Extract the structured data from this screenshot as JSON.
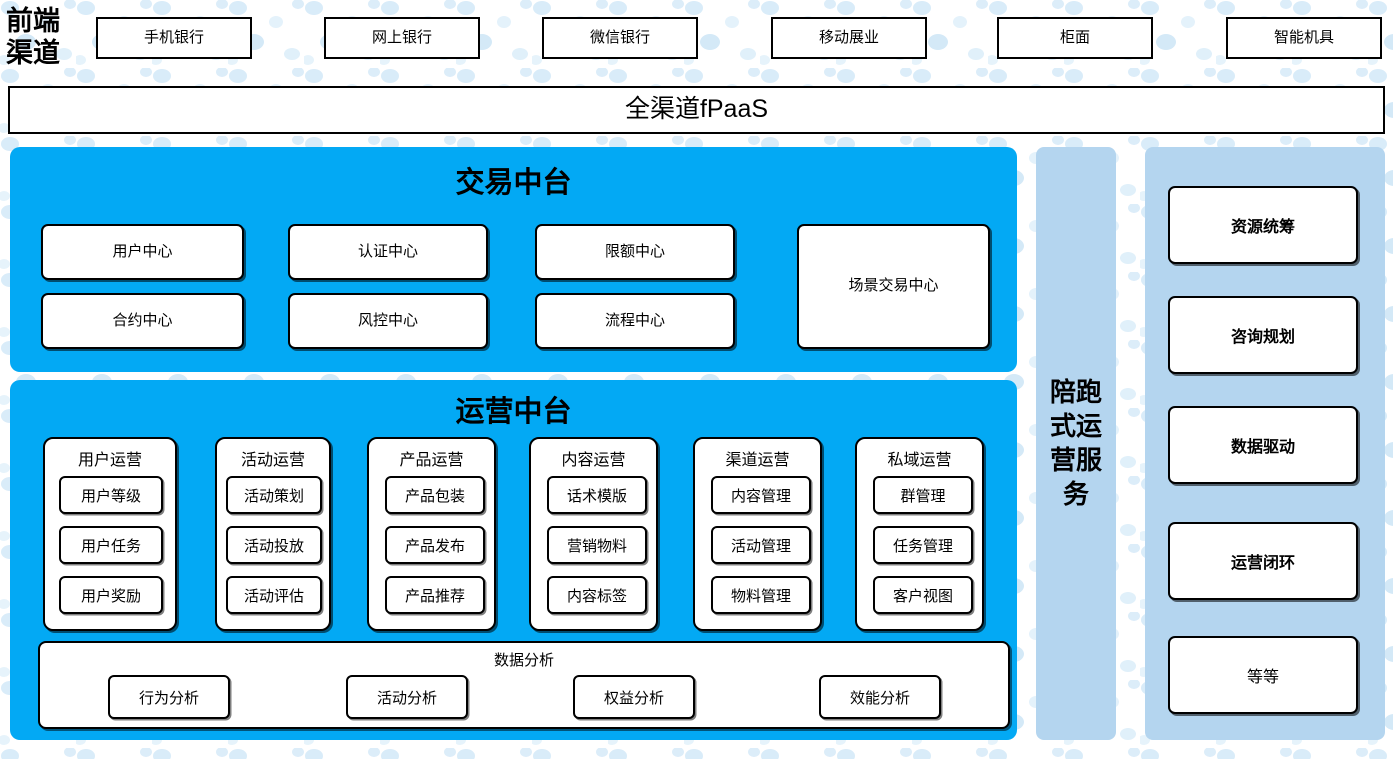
{
  "background": {
    "dot_color": "#D6EBF8",
    "page_bg": "#ffffff"
  },
  "colors": {
    "primary_panel": "#03A9F4",
    "secondary_panel": "#B4D5EF",
    "box_fill": "#FFFFFF",
    "border": "#000000"
  },
  "channel_row": {
    "label": "前端\n渠道",
    "items": [
      {
        "label": "手机银行"
      },
      {
        "label": "网上银行"
      },
      {
        "label": "微信银行"
      },
      {
        "label": "移动展业"
      },
      {
        "label": "柜面"
      },
      {
        "label": "智能机具"
      }
    ]
  },
  "fpaas_bar": {
    "label": "全渠道fPaaS"
  },
  "trade_middle": {
    "title": "交易中台",
    "boxes": [
      {
        "label": "用户中心"
      },
      {
        "label": "认证中心"
      },
      {
        "label": "限额中心"
      },
      {
        "label": "合约中心"
      },
      {
        "label": "风控中心"
      },
      {
        "label": "流程中心"
      },
      {
        "label": "场景交易中心"
      }
    ]
  },
  "ops_middle": {
    "title": "运营中台",
    "columns": [
      {
        "title": "用户运营",
        "items": [
          "用户等级",
          "用户任务",
          "用户奖励"
        ]
      },
      {
        "title": "活动运营",
        "items": [
          "活动策划",
          "活动投放",
          "活动评估"
        ]
      },
      {
        "title": "产品运营",
        "items": [
          "产品包装",
          "产品发布",
          "产品推荐"
        ]
      },
      {
        "title": "内容运营",
        "items": [
          "话术模版",
          "营销物料",
          "内容标签"
        ]
      },
      {
        "title": "渠道运营",
        "items": [
          "内容管理",
          "活动管理",
          "物料管理"
        ]
      },
      {
        "title": "私域运营",
        "items": [
          "群管理",
          "任务管理",
          "客户视图"
        ]
      }
    ],
    "analytics": {
      "title": "数据分析",
      "items": [
        "行为分析",
        "活动分析",
        "权益分析",
        "效能分析"
      ]
    }
  },
  "coaching_column": {
    "label": "陪跑式运营服务"
  },
  "service_column": {
    "cards": [
      {
        "label": "资源统筹",
        "bold": true
      },
      {
        "label": "咨询规划",
        "bold": true
      },
      {
        "label": "数据驱动",
        "bold": true
      },
      {
        "label": "运营闭环",
        "bold": true
      },
      {
        "label": "等等",
        "bold": false
      }
    ]
  }
}
